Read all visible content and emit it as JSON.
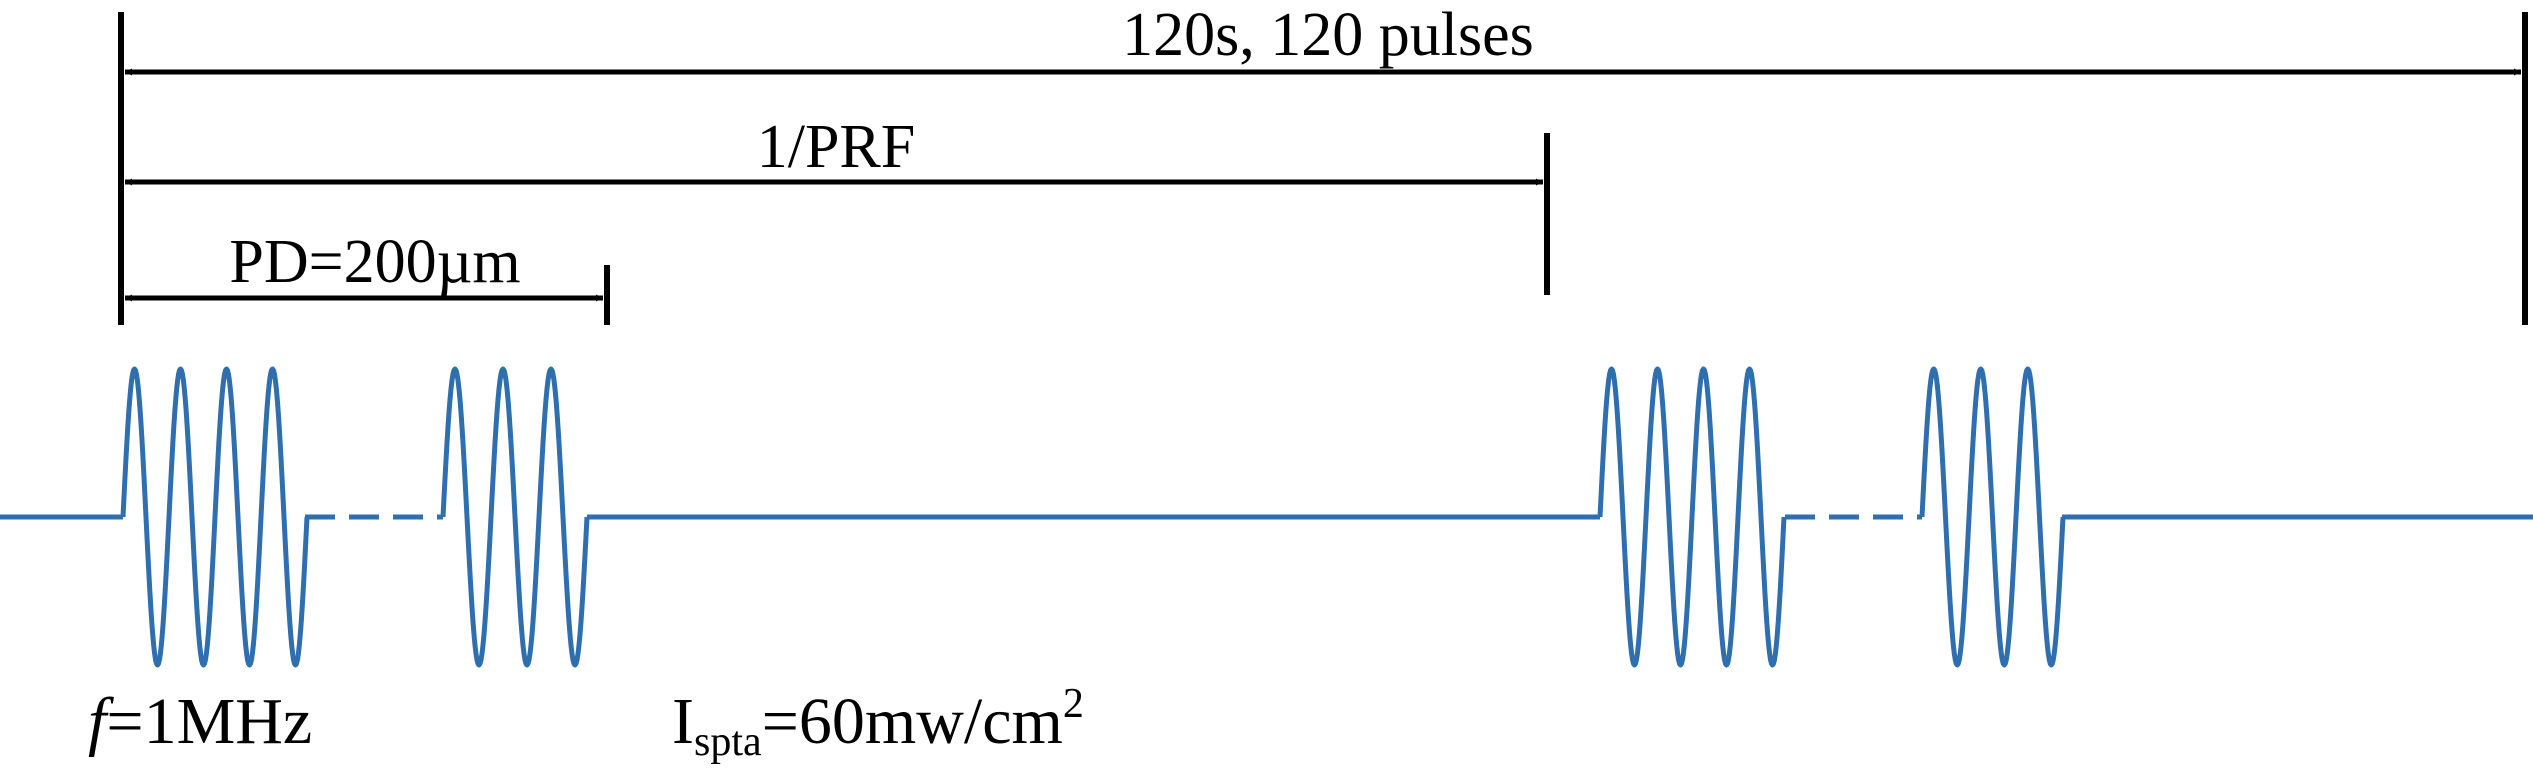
{
  "labels": {
    "total_duration": "120s, 120 pulses",
    "period": "1/PRF",
    "pulse_duration": "PD=200µm",
    "frequency_symbol": "f",
    "frequency_value": "=1MHz",
    "intensity_symbol": "I",
    "intensity_subscript": "spta",
    "intensity_value": "=60mw/cm",
    "intensity_exponent": "2"
  },
  "colors": {
    "signal": "#2f6fb0",
    "annotation": "#000000",
    "background": "#ffffff"
  }
}
